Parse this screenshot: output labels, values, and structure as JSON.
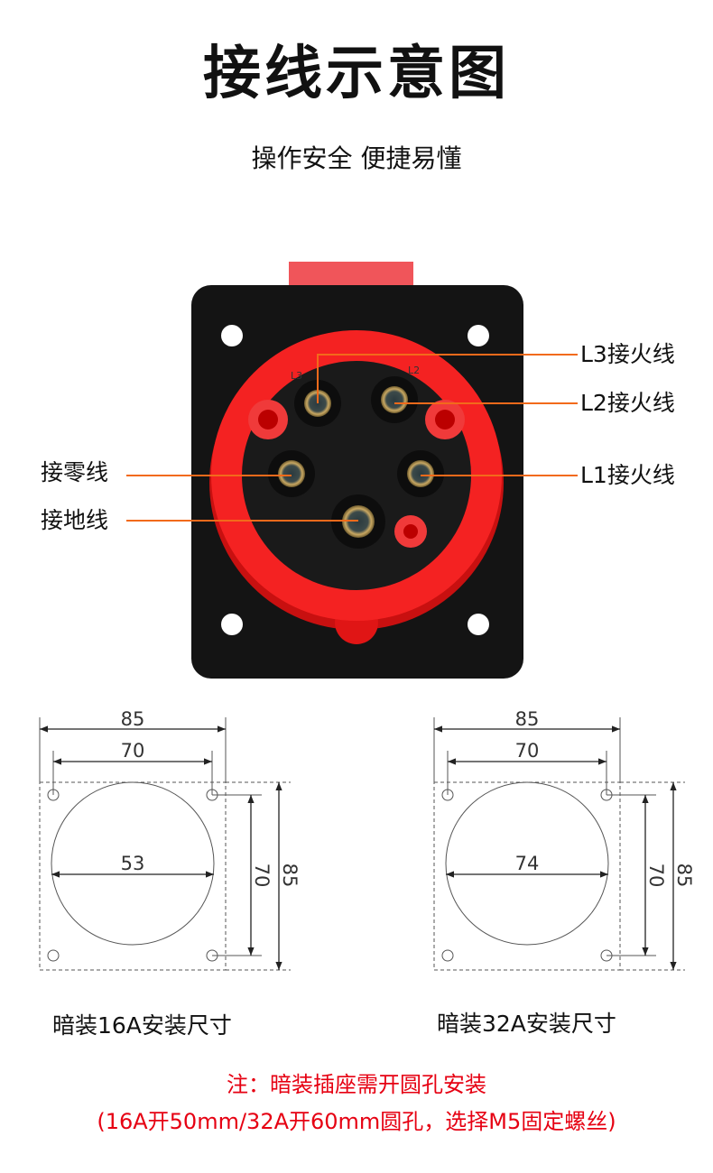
{
  "header": {
    "title": "接线示意图",
    "subtitle": "操作安全 便捷易懂"
  },
  "callouts": {
    "l3": "L3接火线",
    "l2": "L2接火线",
    "l1": "L1接火线",
    "neutral": "接零线",
    "ground": "接地线"
  },
  "socket_markings": {
    "pin_l3": "L3",
    "pin_l2": "L2"
  },
  "dimensions": {
    "left": {
      "outer_width": "85",
      "hole_spacing_width": "70",
      "cutout_diameter": "53",
      "hole_spacing_height": "70",
      "outer_height": "85",
      "caption": "暗装16A安装尺寸"
    },
    "right": {
      "outer_width": "85",
      "hole_spacing_width": "70",
      "cutout_diameter": "74",
      "hole_spacing_height": "70",
      "outer_height": "85",
      "caption": "暗装32A安装尺寸"
    }
  },
  "note": {
    "line1": "注：暗装插座需开圆孔安装",
    "line2": "(16A开50mm/32A开60mm圆孔，选择M5固定螺丝)"
  },
  "colors": {
    "callout_line": "#f26a1b",
    "note_text": "#e60012",
    "socket_red": "#f01c1c",
    "plate": "#141414"
  }
}
